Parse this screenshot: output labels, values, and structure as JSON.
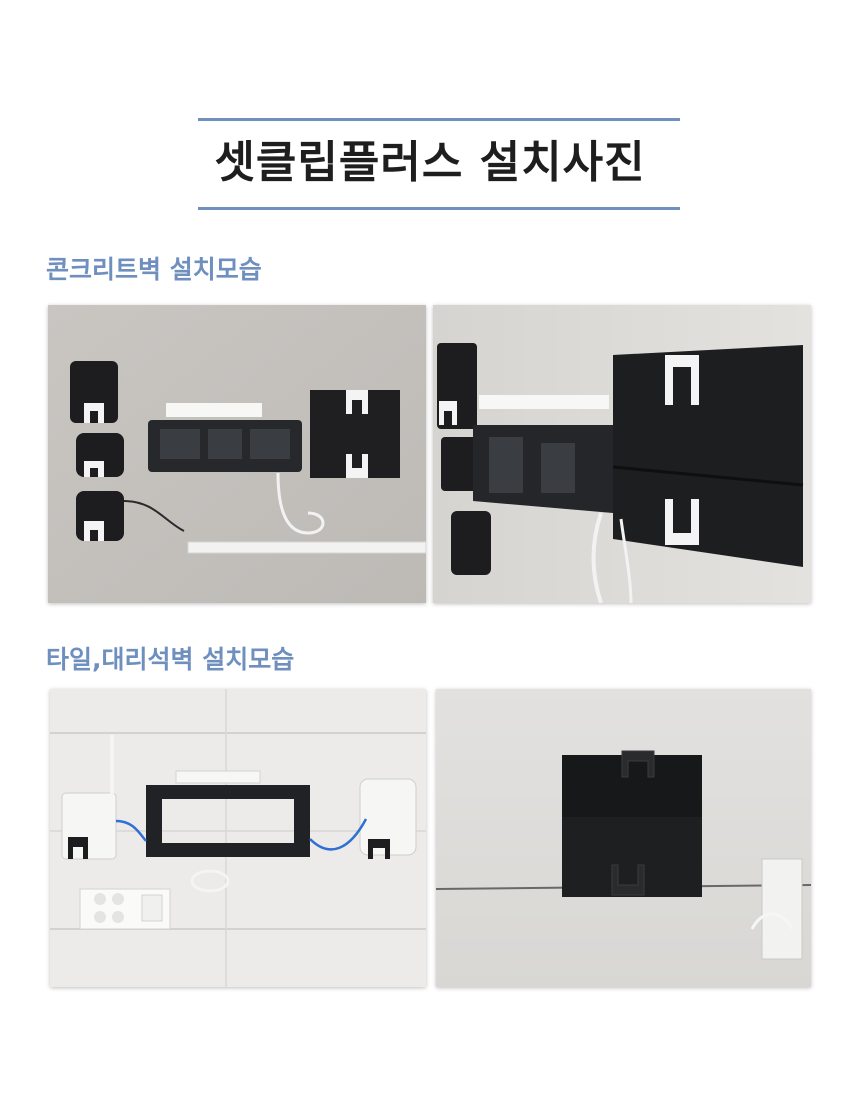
{
  "page": {
    "title": "셋클립플러스 설치사진",
    "accent_color": "#6f8fbf"
  },
  "sections": [
    {
      "heading": "콘크리트벽 설치모습",
      "photos": [
        {
          "name": "concrete-wall-front-photo",
          "subject": "routers, set-top boxes and wall bracket on concrete wall"
        },
        {
          "name": "concrete-wall-side-photo",
          "subject": "side view of bracket with console mounted"
        }
      ]
    },
    {
      "heading": "타일,대리석벽 설치모습",
      "photos": [
        {
          "name": "tile-wall-front-photo",
          "subject": "routers and bracket on tile wall above power outlet"
        },
        {
          "name": "marble-wall-closeup-photo",
          "subject": "console mounted with clips on marble wall"
        }
      ]
    }
  ]
}
